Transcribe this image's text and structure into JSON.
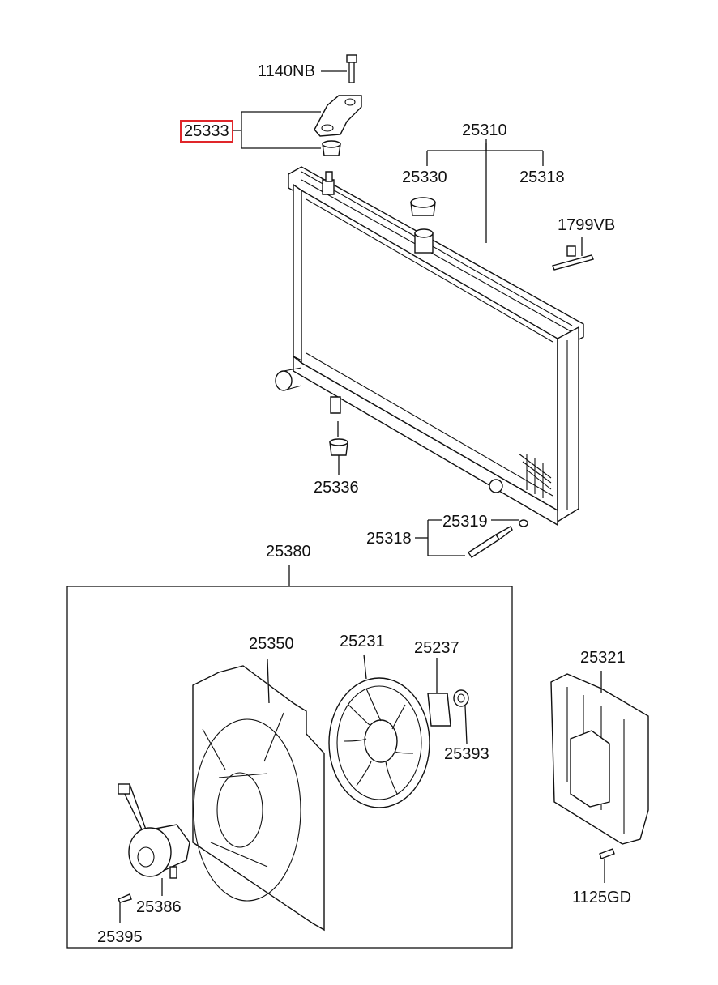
{
  "diagram": {
    "highlight_color": "#e0262a",
    "labels": {
      "p1140NB": "1140NB",
      "p25333": "25333",
      "p25310": "25310",
      "p25330": "25330",
      "p25318_top": "25318",
      "p1799VB": "1799VB",
      "p25336": "25336",
      "p25319": "25319",
      "p25318_bottom": "25318",
      "p25380": "25380",
      "p25350": "25350",
      "p25231": "25231",
      "p25237": "25237",
      "p25393": "25393",
      "p25321": "25321",
      "p1125GD": "1125GD",
      "p25386": "25386",
      "p25395": "25395"
    },
    "highlighted_part": "25333"
  }
}
